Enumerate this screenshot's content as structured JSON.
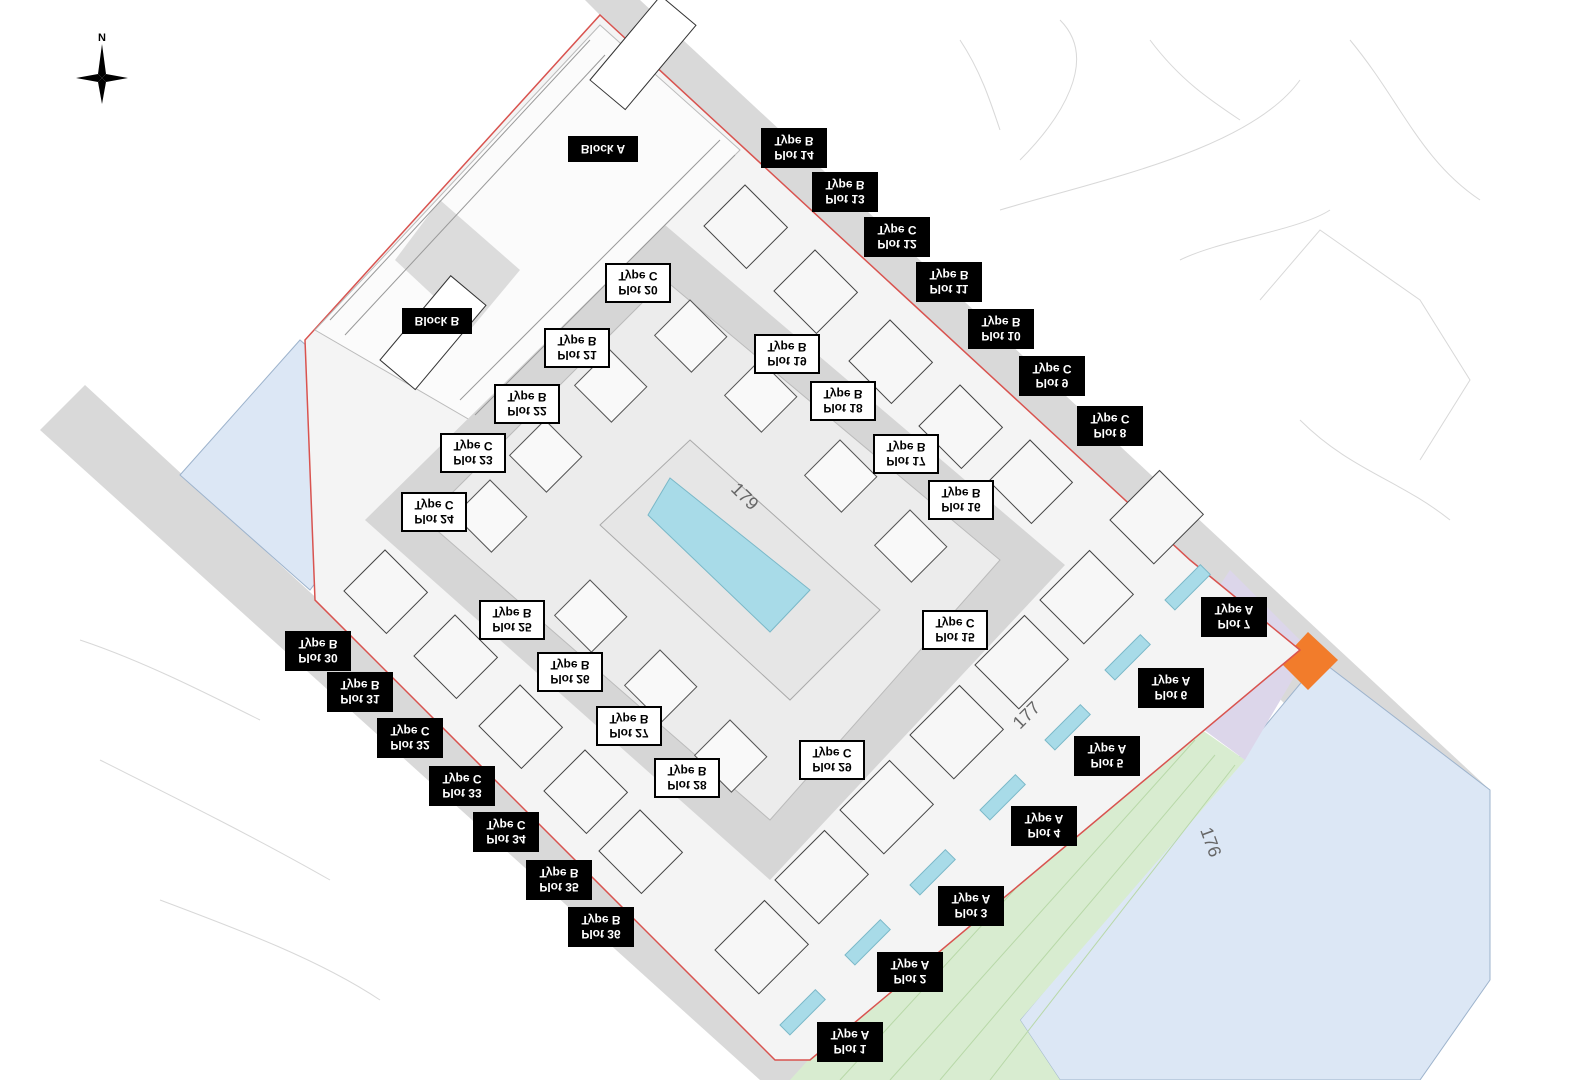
{
  "compass": {
    "label": "N",
    "icon": "north-arrow-icon"
  },
  "colors": {
    "road": "#d9d9d9",
    "courtyard": "#cfcfcf",
    "pool": "#a8dbe8",
    "plot_fill": "#f4f4f4",
    "open_land": "#dce7f5",
    "green_zone": "#d8ecd0",
    "purple_zone": "#dcd6ea",
    "orange_marker": "#f27c2b",
    "boundary": "#d9534f"
  },
  "blocks": [
    {
      "id": "block-a",
      "label": "Block A",
      "style": "dark"
    },
    {
      "id": "block-b",
      "label": "Block B",
      "style": "dark"
    }
  ],
  "plots": [
    {
      "plot": "Plot 1",
      "type": "Type A",
      "style": "dark"
    },
    {
      "plot": "Plot 2",
      "type": "Type A",
      "style": "dark"
    },
    {
      "plot": "Plot 3",
      "type": "Type A",
      "style": "dark"
    },
    {
      "plot": "Plot 4",
      "type": "Type A",
      "style": "dark"
    },
    {
      "plot": "Plot 5",
      "type": "Type A",
      "style": "dark"
    },
    {
      "plot": "Plot 6",
      "type": "Type A",
      "style": "dark"
    },
    {
      "plot": "Plot 7",
      "type": "Type A",
      "style": "dark"
    },
    {
      "plot": "Plot 8",
      "type": "Type C",
      "style": "dark"
    },
    {
      "plot": "Plot 9",
      "type": "Type C",
      "style": "dark"
    },
    {
      "plot": "Plot 10",
      "type": "Type B",
      "style": "dark"
    },
    {
      "plot": "Plot 11",
      "type": "Type B",
      "style": "dark"
    },
    {
      "plot": "Plot 12",
      "type": "Type C",
      "style": "dark"
    },
    {
      "plot": "Plot 13",
      "type": "Type B",
      "style": "dark"
    },
    {
      "plot": "Plot 14",
      "type": "Type B",
      "style": "dark"
    },
    {
      "plot": "Plot 15",
      "type": "Type C",
      "style": "light"
    },
    {
      "plot": "Plot 16",
      "type": "Type B",
      "style": "light"
    },
    {
      "plot": "Plot 17",
      "type": "Type B",
      "style": "light"
    },
    {
      "plot": "Plot 18",
      "type": "Type B",
      "style": "light"
    },
    {
      "plot": "Plot 19",
      "type": "Type B",
      "style": "light"
    },
    {
      "plot": "Plot 20",
      "type": "Type C",
      "style": "light"
    },
    {
      "plot": "Plot 21",
      "type": "Type B",
      "style": "light"
    },
    {
      "plot": "Plot 22",
      "type": "Type B",
      "style": "light"
    },
    {
      "plot": "Plot 23",
      "type": "Type C",
      "style": "light"
    },
    {
      "plot": "Plot 24",
      "type": "Type C",
      "style": "light"
    },
    {
      "plot": "Plot 25",
      "type": "Type B",
      "style": "light"
    },
    {
      "plot": "Plot 26",
      "type": "Type B",
      "style": "light"
    },
    {
      "plot": "Plot 27",
      "type": "Type B",
      "style": "light"
    },
    {
      "plot": "Plot 28",
      "type": "Type B",
      "style": "light"
    },
    {
      "plot": "Plot 29",
      "type": "Type C",
      "style": "light"
    },
    {
      "plot": "Plot 30",
      "type": "Type B",
      "style": "dark"
    },
    {
      "plot": "Plot 31",
      "type": "Type B",
      "style": "dark"
    },
    {
      "plot": "Plot 32",
      "type": "Type C",
      "style": "dark"
    },
    {
      "plot": "Plot 33",
      "type": "Type C",
      "style": "dark"
    },
    {
      "plot": "Plot 34",
      "type": "Type C",
      "style": "dark"
    },
    {
      "plot": "Plot 35",
      "type": "Type B",
      "style": "dark"
    },
    {
      "plot": "Plot 36",
      "type": "Type B",
      "style": "dark"
    }
  ],
  "map_annotations": [
    {
      "text": "176"
    },
    {
      "text": "177"
    },
    {
      "text": "179"
    }
  ]
}
